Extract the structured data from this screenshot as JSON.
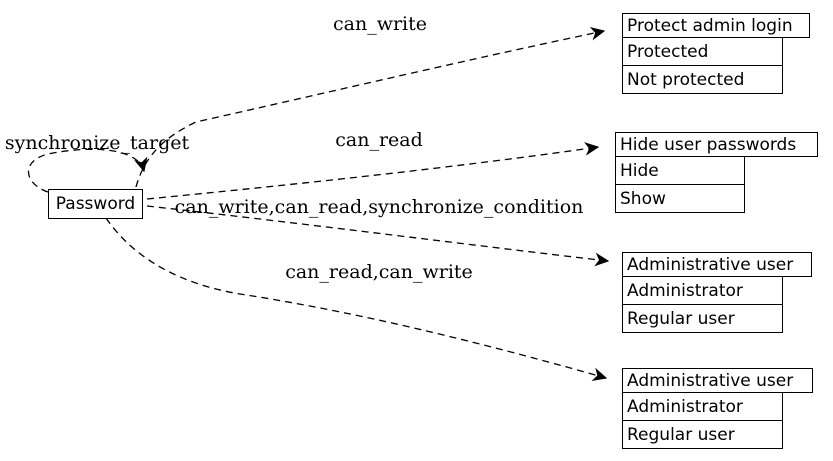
{
  "diagram": {
    "node": {
      "label": "Password"
    },
    "edges": [
      {
        "id": "can-write",
        "label": "can_write"
      },
      {
        "id": "can-read",
        "label": "can_read"
      },
      {
        "id": "can-write-can-read-synchronize-condition",
        "label": "can_write,can_read,synchronize_condition"
      },
      {
        "id": "can-read-can-write",
        "label": "can_read,can_write"
      },
      {
        "id": "synchronize-target-self-loop",
        "label": "synchronize_target"
      }
    ],
    "tables": [
      {
        "title": "Protect admin login",
        "options": [
          "Protected",
          "Not protected"
        ]
      },
      {
        "title": "Hide user passwords",
        "options": [
          "Hide",
          "Show"
        ]
      },
      {
        "title": "Administrative user",
        "options": [
          "Administrator",
          "Regular user"
        ]
      },
      {
        "title": "Administrative user",
        "options": [
          "Administrator",
          "Regular user"
        ]
      }
    ],
    "colors": {
      "line": "#000000",
      "background": "#ffffff",
      "text": "#000000"
    }
  }
}
